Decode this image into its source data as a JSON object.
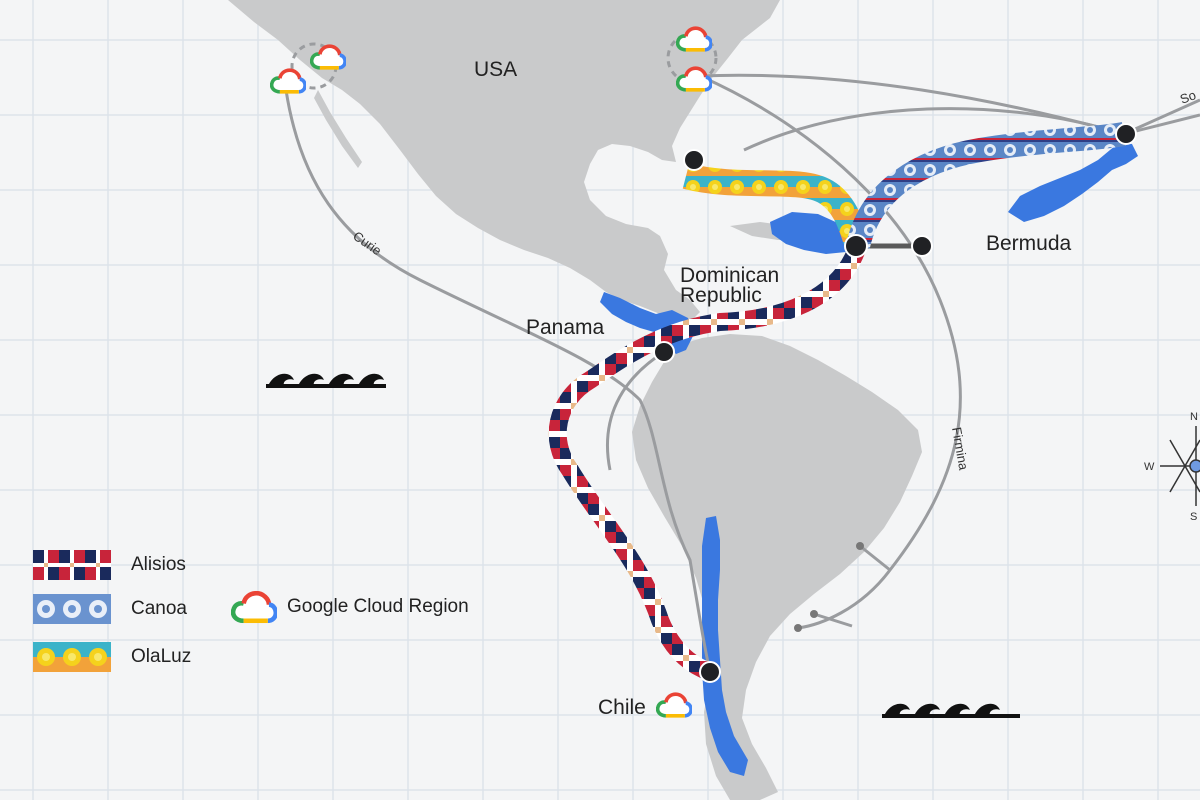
{
  "map": {
    "places": {
      "usa": "USA",
      "bermuda": "Bermuda",
      "dominican_republic_line1": "Dominican",
      "dominican_republic_line2": "Republic",
      "panama": "Panama",
      "chile": "Chile"
    },
    "cables": {
      "curie": "Curie",
      "firmina": "Firmina",
      "sol_partial": "So"
    },
    "compass": {
      "n": "N",
      "w": "W",
      "s": "S"
    },
    "colors": {
      "land": "#c9cacb",
      "highlight_land": "#3a78e0",
      "cable": "#9a9c9f",
      "ocean": "#f4f5f6",
      "grid": "#dfe4ea",
      "alisios_red": "#c8243a",
      "alisios_blue": "#1a2a5c",
      "canoa_blue": "#4f7fc4",
      "olaluz_yellow": "#f5c518"
    }
  },
  "legend": {
    "items": [
      {
        "label": "Alisios",
        "pattern": "alisios-pattern"
      },
      {
        "label": "Canoa",
        "pattern": "canoa-pattern"
      },
      {
        "label": "OlaLuz",
        "pattern": "olaluz-pattern"
      }
    ],
    "region": {
      "label": "Google Cloud Region",
      "icon": "google-cloud-icon"
    }
  }
}
